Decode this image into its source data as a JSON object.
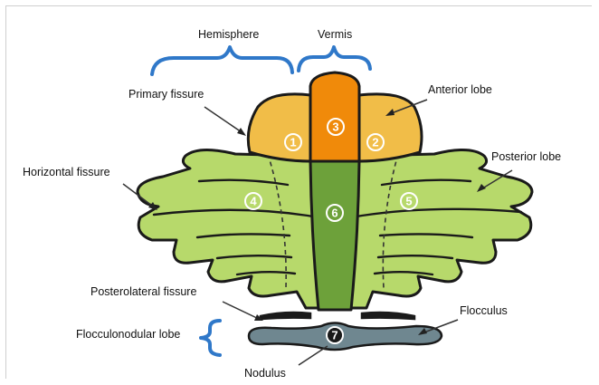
{
  "labels": {
    "hemisphere": "Hemisphere",
    "vermis": "Vermis",
    "anterior_lobe": "Anterior lobe",
    "primary_fissure": "Primary fissure",
    "horizontal_fissure": "Horizontal fissure",
    "posterior_lobe": "Posterior lobe",
    "posterolateral_fissure": "Posterolateral fissure",
    "flocculonodular_lobe": "Flocculonodular lobe",
    "flocculus": "Flocculus",
    "nodulus": "Nodulus"
  },
  "numbers": [
    "1",
    "2",
    "3",
    "4",
    "5",
    "6",
    "7"
  ],
  "colors": {
    "posterior": "#b7d96b",
    "anterior": "#f1bd48",
    "vermis_top": "#f08a0a",
    "vermis_mid": "#6da13a",
    "floccular": "#6f8790",
    "brace": "#2f78c9",
    "outline": "#1a1a1a"
  }
}
